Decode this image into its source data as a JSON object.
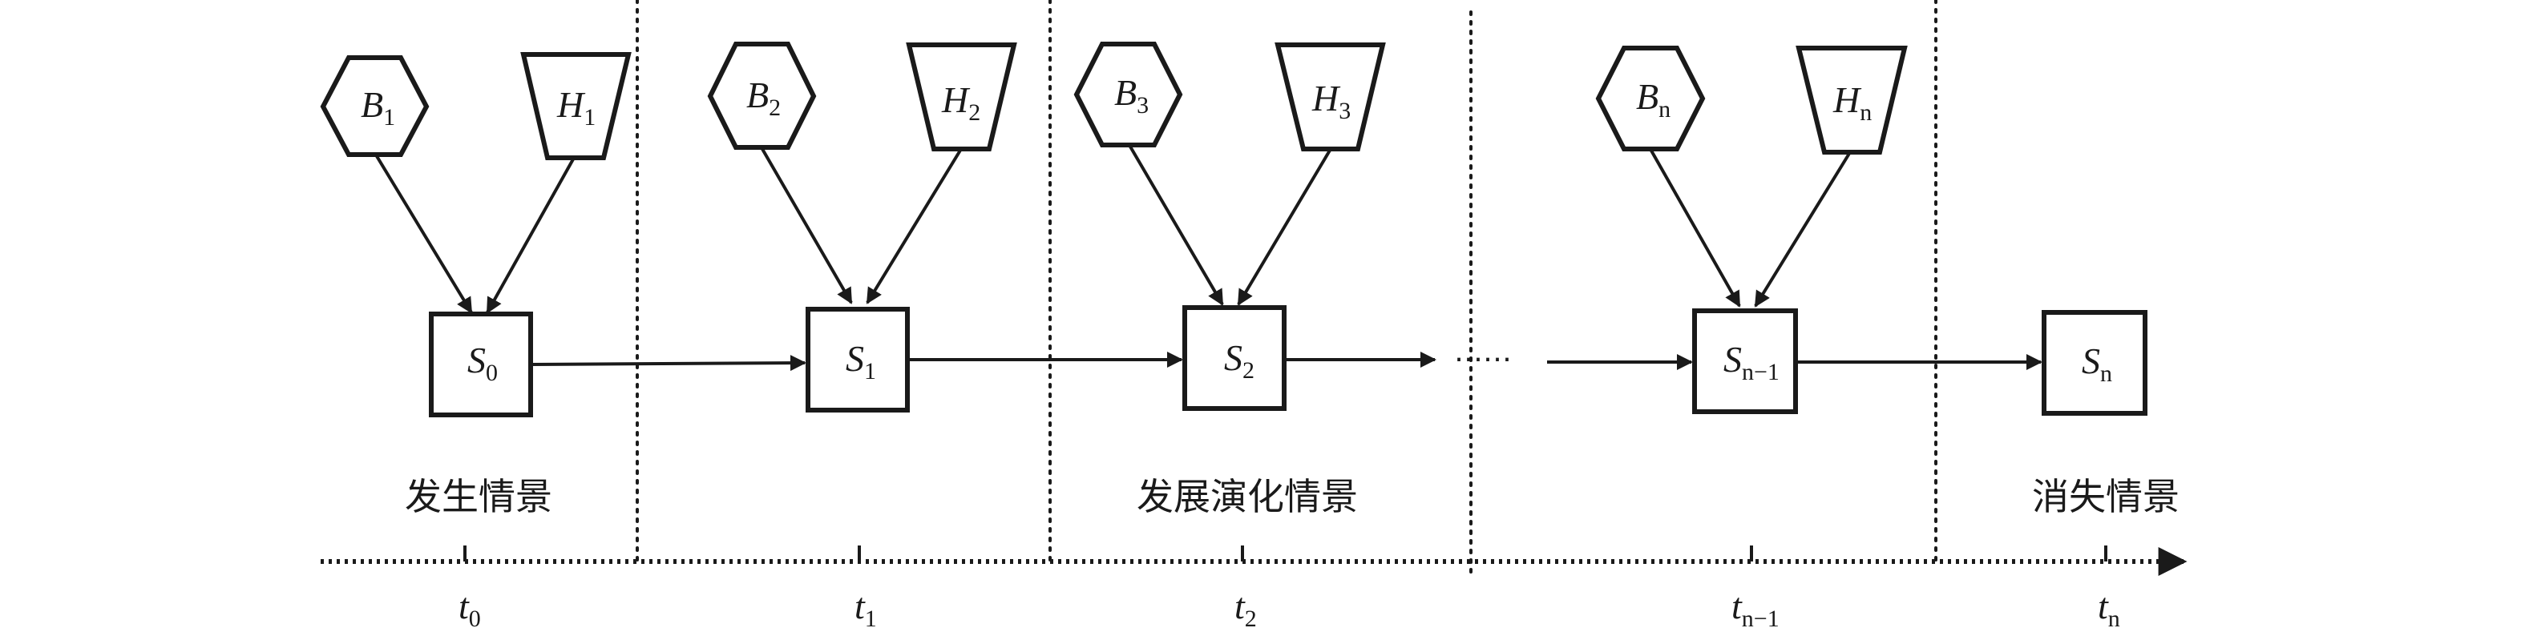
{
  "phases": {
    "occurrence": "发生情景",
    "evolution": "发展演化情景",
    "disappearance": "消失情景"
  },
  "columns": [
    {
      "b": "B",
      "b_sub": "1",
      "h": "H",
      "h_sub": "1",
      "s": "S",
      "s_sub": "0",
      "t": "t",
      "t_sub": "0"
    },
    {
      "b": "B",
      "b_sub": "2",
      "h": "H",
      "h_sub": "2",
      "s": "S",
      "s_sub": "1",
      "t": "t",
      "t_sub": "1"
    },
    {
      "b": "B",
      "b_sub": "3",
      "h": "H",
      "h_sub": "3",
      "s": "S",
      "s_sub": "2",
      "t": "t",
      "t_sub": "2"
    },
    {
      "b": "B",
      "b_sub": "n",
      "h": "H",
      "h_sub": "n",
      "s": "S",
      "s_sub": "n−1",
      "t": "t",
      "t_sub": "n−1"
    }
  ],
  "final": {
    "s": "S",
    "s_sub": "n",
    "t": "t",
    "t_sub": "n"
  },
  "ellipsis": "……"
}
